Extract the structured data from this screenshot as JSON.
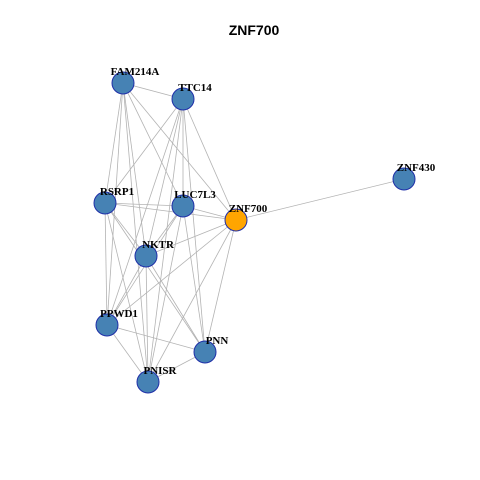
{
  "title": "ZNF700",
  "colors": {
    "default_node": "#4682b4",
    "focus_node": "#ffa500",
    "node_border": "#1f2fa8",
    "edge": "#b3b3b3"
  },
  "network": {
    "focus": "ZNF700",
    "nodes": [
      {
        "id": "FAM214A",
        "label": "FAM214A"
      },
      {
        "id": "TTC14",
        "label": "TTC14"
      },
      {
        "id": "ZNF430",
        "label": "ZNF430"
      },
      {
        "id": "RSRP1",
        "label": "RSRP1"
      },
      {
        "id": "LUC7L3",
        "label": "LUC7L3"
      },
      {
        "id": "ZNF700",
        "label": "ZNF700"
      },
      {
        "id": "NKTR",
        "label": "NKTR"
      },
      {
        "id": "PPWD1",
        "label": "PPWD1"
      },
      {
        "id": "PNN",
        "label": "PNN"
      },
      {
        "id": "PNISR",
        "label": "PNISR"
      }
    ],
    "edges": [
      [
        "FAM214A",
        "TTC14"
      ],
      [
        "FAM214A",
        "RSRP1"
      ],
      [
        "FAM214A",
        "LUC7L3"
      ],
      [
        "FAM214A",
        "ZNF700"
      ],
      [
        "FAM214A",
        "NKTR"
      ],
      [
        "FAM214A",
        "PPWD1"
      ],
      [
        "FAM214A",
        "PNISR"
      ],
      [
        "TTC14",
        "RSRP1"
      ],
      [
        "TTC14",
        "LUC7L3"
      ],
      [
        "TTC14",
        "ZNF700"
      ],
      [
        "TTC14",
        "NKTR"
      ],
      [
        "TTC14",
        "PPWD1"
      ],
      [
        "TTC14",
        "PNN"
      ],
      [
        "TTC14",
        "PNISR"
      ],
      [
        "ZNF430",
        "ZNF700"
      ],
      [
        "RSRP1",
        "LUC7L3"
      ],
      [
        "RSRP1",
        "ZNF700"
      ],
      [
        "RSRP1",
        "NKTR"
      ],
      [
        "RSRP1",
        "PPWD1"
      ],
      [
        "RSRP1",
        "PNN"
      ],
      [
        "RSRP1",
        "PNISR"
      ],
      [
        "LUC7L3",
        "ZNF700"
      ],
      [
        "LUC7L3",
        "NKTR"
      ],
      [
        "LUC7L3",
        "PPWD1"
      ],
      [
        "LUC7L3",
        "PNN"
      ],
      [
        "LUC7L3",
        "PNISR"
      ],
      [
        "ZNF700",
        "NKTR"
      ],
      [
        "ZNF700",
        "PPWD1"
      ],
      [
        "ZNF700",
        "PNN"
      ],
      [
        "ZNF700",
        "PNISR"
      ],
      [
        "NKTR",
        "PPWD1"
      ],
      [
        "NKTR",
        "PNN"
      ],
      [
        "NKTR",
        "PNISR"
      ],
      [
        "PPWD1",
        "PNN"
      ],
      [
        "PPWD1",
        "PNISR"
      ],
      [
        "PNN",
        "PNISR"
      ]
    ]
  }
}
